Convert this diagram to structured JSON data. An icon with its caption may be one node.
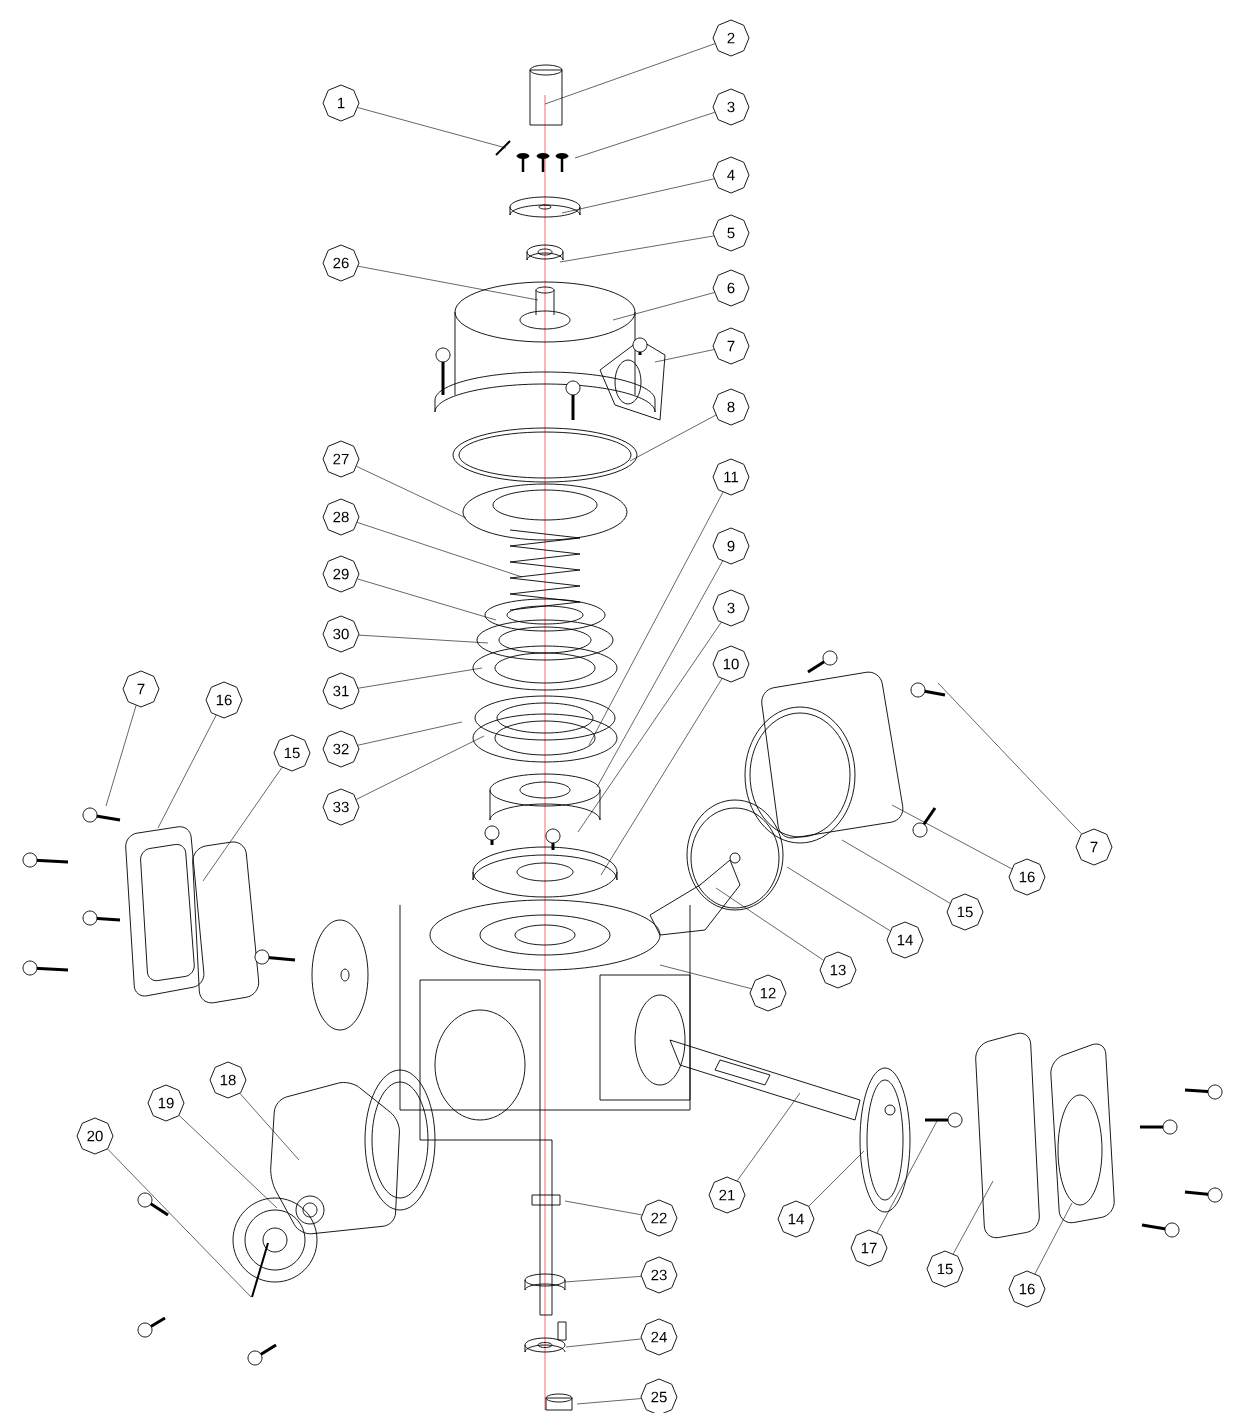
{
  "diagram": {
    "nodes": [
      {
        "text": [
          "1"
        ]
      },
      {
        "text": [
          "2"
        ]
      },
      {
        "text": [
          "3"
        ]
      },
      {
        "text": [
          "4"
        ]
      },
      {
        "text": [
          "5"
        ]
      },
      {
        "text": [
          "26"
        ]
      },
      {
        "text": [
          "6"
        ]
      },
      {
        "text": [
          "7"
        ]
      },
      {
        "text": [
          "8"
        ]
      },
      {
        "text": [
          "27"
        ]
      },
      {
        "text": [
          "11"
        ]
      },
      {
        "text": [
          "28"
        ]
      },
      {
        "text": [
          "9"
        ]
      },
      {
        "text": [
          "29"
        ]
      },
      {
        "text": [
          "3"
        ]
      },
      {
        "text": [
          "30"
        ]
      },
      {
        "text": [
          "10"
        ]
      },
      {
        "text": [
          "31"
        ]
      },
      {
        "text": [
          "32"
        ]
      },
      {
        "text": [
          "33"
        ]
      },
      {
        "text": [
          "7"
        ]
      },
      {
        "text": [
          "16"
        ]
      },
      {
        "text": [
          "15"
        ]
      },
      {
        "text": [
          "7"
        ]
      },
      {
        "text": [
          "16"
        ]
      },
      {
        "text": [
          "15"
        ]
      },
      {
        "text": [
          "14"
        ]
      },
      {
        "text": [
          "13"
        ]
      },
      {
        "text": [
          "12"
        ]
      },
      {
        "text": [
          "18"
        ]
      },
      {
        "text": [
          "19"
        ]
      },
      {
        "text": [
          "20"
        ]
      },
      {
        "text": [
          "21"
        ]
      },
      {
        "text": [
          "14"
        ]
      },
      {
        "text": [
          "17"
        ]
      },
      {
        "text": [
          "15"
        ]
      },
      {
        "text": [
          "16"
        ]
      },
      {
        "text": [
          "22"
        ]
      },
      {
        "text": [
          "23"
        ]
      },
      {
        "text": [
          "24"
        ]
      },
      {
        "text": [
          "25"
        ]
      }
    ],
    "edges": [
      {
        "from": 0,
        "to": null,
        "arrow": "none"
      },
      {
        "from": 1,
        "to": null,
        "arrow": "none"
      },
      {
        "from": 2,
        "to": null,
        "arrow": "none"
      },
      {
        "from": 3,
        "to": null,
        "arrow": "none"
      },
      {
        "from": 4,
        "to": null,
        "arrow": "none"
      },
      {
        "from": 5,
        "to": null,
        "arrow": "none"
      },
      {
        "from": 6,
        "to": null,
        "arrow": "none"
      },
      {
        "from": 7,
        "to": null,
        "arrow": "none"
      },
      {
        "from": 8,
        "to": null,
        "arrow": "none"
      },
      {
        "from": 9,
        "to": null,
        "arrow": "none"
      },
      {
        "from": 10,
        "to": null,
        "arrow": "none"
      },
      {
        "from": 11,
        "to": null,
        "arrow": "none"
      },
      {
        "from": 12,
        "to": null,
        "arrow": "none"
      },
      {
        "from": 13,
        "to": null,
        "arrow": "none"
      },
      {
        "from": 14,
        "to": null,
        "arrow": "none"
      },
      {
        "from": 15,
        "to": null,
        "arrow": "none"
      },
      {
        "from": 16,
        "to": null,
        "arrow": "none"
      },
      {
        "from": 17,
        "to": null,
        "arrow": "none"
      },
      {
        "from": 18,
        "to": null,
        "arrow": "none"
      },
      {
        "from": 19,
        "to": null,
        "arrow": "none"
      },
      {
        "from": 20,
        "to": null,
        "arrow": "none"
      },
      {
        "from": 21,
        "to": null,
        "arrow": "none"
      },
      {
        "from": 22,
        "to": null,
        "arrow": "none"
      },
      {
        "from": 23,
        "to": null,
        "arrow": "none"
      },
      {
        "from": 24,
        "to": null,
        "arrow": "none"
      },
      {
        "from": 25,
        "to": null,
        "arrow": "none"
      },
      {
        "from": 26,
        "to": null,
        "arrow": "none"
      },
      {
        "from": 27,
        "to": null,
        "arrow": "none"
      },
      {
        "from": 28,
        "to": null,
        "arrow": "none"
      },
      {
        "from": 29,
        "to": null,
        "arrow": "none"
      },
      {
        "from": 30,
        "to": null,
        "arrow": "none"
      },
      {
        "from": 31,
        "to": null,
        "arrow": "none"
      },
      {
        "from": 32,
        "to": null,
        "arrow": "none"
      },
      {
        "from": 33,
        "to": null,
        "arrow": "none"
      },
      {
        "from": 34,
        "to": null,
        "arrow": "none"
      },
      {
        "from": 35,
        "to": null,
        "arrow": "none"
      },
      {
        "from": 36,
        "to": null,
        "arrow": "none"
      },
      {
        "from": 37,
        "to": null,
        "arrow": "none"
      },
      {
        "from": 38,
        "to": null,
        "arrow": "none"
      },
      {
        "from": 39,
        "to": null,
        "arrow": "none"
      },
      {
        "from": 40,
        "to": null,
        "arrow": "none"
      }
    ]
  }
}
